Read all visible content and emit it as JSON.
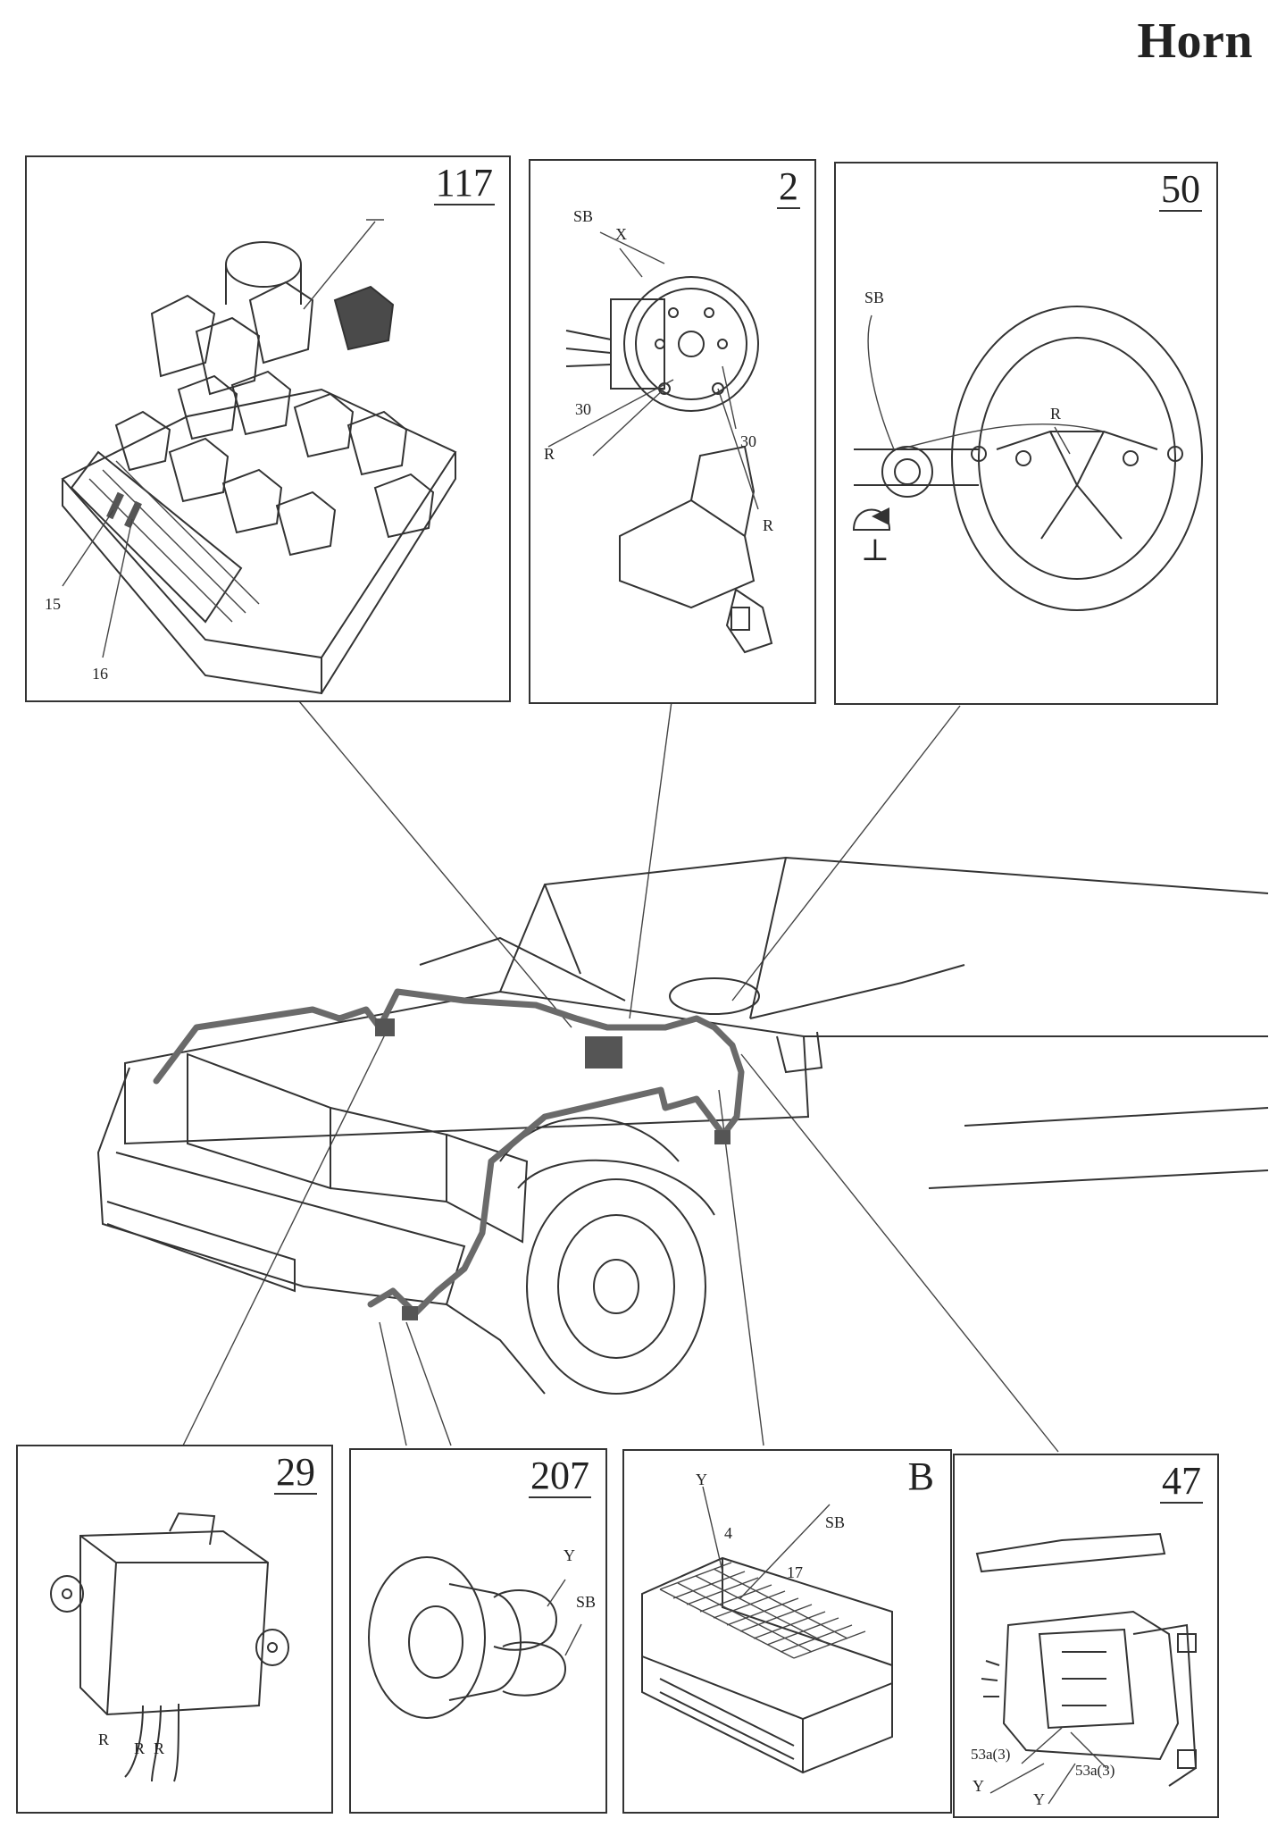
{
  "title": "Horn",
  "panels": {
    "p117": {
      "number": "117",
      "labels": {
        "a": "15",
        "b": "16"
      }
    },
    "p2": {
      "number": "2",
      "labels": {
        "sb": "SB",
        "x": "X",
        "n30a": "30",
        "ra": "R",
        "n30b": "30",
        "rb": "R"
      }
    },
    "p50": {
      "number": "50",
      "labels": {
        "sb": "SB",
        "r": "R"
      }
    },
    "p29": {
      "number": "29",
      "labels": {
        "r1": "R",
        "r2": "R",
        "r3": "R"
      }
    },
    "p207": {
      "number": "207",
      "labels": {
        "y": "Y",
        "sb": "SB"
      }
    },
    "pB": {
      "number": "B",
      "labels": {
        "y": "Y",
        "n4": "4",
        "sb": "SB",
        "n17": "17"
      }
    },
    "p47": {
      "number": "47",
      "labels": {
        "c1": "53a(3)",
        "c2": "53a(3)",
        "y1": "Y",
        "y2": "Y"
      }
    }
  },
  "ground_symbol": "⊥"
}
